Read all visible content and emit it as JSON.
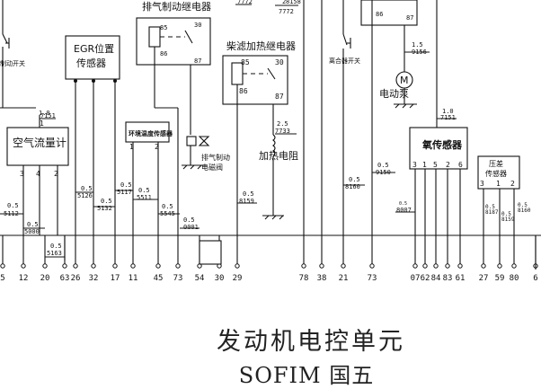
{
  "labels": {
    "exhaust_brake_relay": "排气制动继电器",
    "egr_sensor": "EGR位置传感器",
    "egr_sensor_l1": "EGR位置",
    "egr_sensor_l2": "传感器",
    "brake_switch": "制动开关",
    "air_flow_meter": "空气流量计",
    "ambient_temp_sensor": "环境温度传感器",
    "exhaust_brake_valve_l1": "排气制动",
    "exhaust_brake_valve_l2": "电磁阀",
    "filter_heater_relay": "柴滤加热继电器",
    "heater_resistor": "加热电阻",
    "clutch_switch": "离合器开关",
    "electric_pump": "电动泵",
    "oxygen_sensor": "氧传感器",
    "pressure_sensor_l1": "压差",
    "pressure_sensor_l2": "传感器"
  },
  "wires": {
    "w7151a": {
      "size": "1.0",
      "code": "7151"
    },
    "w5112": {
      "size": "0.5",
      "code": "5112"
    },
    "w5000": {
      "size": "0.5",
      "code": "5000"
    },
    "w5163": {
      "size": "0.5",
      "code": "5163"
    },
    "w5126": {
      "size": "0.5",
      "code": "5126"
    },
    "w5132": {
      "size": "0.5",
      "code": "5132"
    },
    "w5117": {
      "size": "0.5",
      "code": "5117"
    },
    "w5511": {
      "size": "0.5",
      "code": "5511"
    },
    "w5545": {
      "size": "0.5",
      "code": "5545"
    },
    "w0001": {
      "size": "0.5",
      "code": "0001"
    },
    "w8159": {
      "size": "0.5",
      "code": "8159"
    },
    "w7733": {
      "size": "2.5",
      "code": "7733"
    },
    "w7772a": {
      "size": "",
      "code": "7772"
    },
    "w8158": {
      "size": "2",
      "code": "8158"
    },
    "w7772b": {
      "size": "",
      "code": "7772"
    },
    "w8160": {
      "size": "0.5",
      "code": "8160"
    },
    "w9150": {
      "size": "0.5",
      "code": "9150"
    },
    "w9156": {
      "size": "1.5",
      "code": "9156"
    },
    "w7151b": {
      "size": "1.0",
      "code": "7151"
    },
    "w8007": {
      "size": "0.5",
      "code": "8007"
    },
    "w8187": {
      "size": "0.5",
      "code": "8187"
    },
    "w8159b": {
      "size": "0.5",
      "code": "8159"
    },
    "w8160b": {
      "size": "0.5",
      "code": "8160"
    }
  },
  "relay_pins": {
    "p85": "85",
    "p86": "86",
    "p30": "30",
    "p87": "87"
  },
  "sensor_pins": {
    "s3": "3",
    "s4": "4",
    "s2": "2",
    "s1": "1",
    "s5": "5",
    "s6": "6"
  },
  "connector_pins": [
    "5",
    "12",
    "20",
    "63",
    "26",
    "32",
    "17",
    "11",
    "45",
    "73",
    "54",
    "30",
    "29",
    "78",
    "38",
    "21",
    "73",
    "07",
    "62",
    "84",
    "83",
    "61",
    "27",
    "59",
    "80",
    "6"
  ],
  "motor_symbol": "M",
  "title_line1": "发动机电控单元",
  "title_line2": "SOFIM 国五"
}
